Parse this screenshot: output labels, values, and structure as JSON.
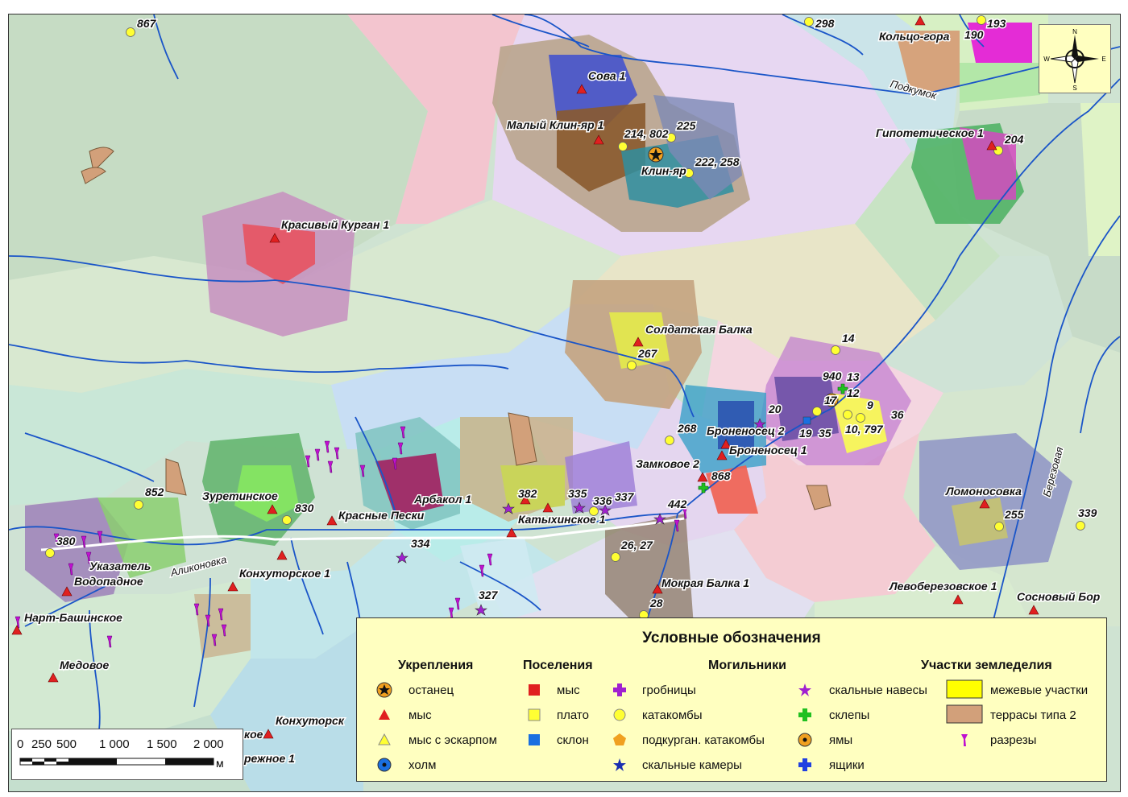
{
  "map": {
    "rivers": [
      "Подкумок",
      "Аликоновка",
      "Березовая"
    ],
    "sites": [
      {
        "label": "867",
        "kind": "catacomb"
      },
      {
        "label": "298",
        "kind": "catacomb"
      },
      {
        "label": "Кольцо-гора",
        "kind": "cape"
      },
      {
        "label": "193",
        "kind": "catacomb"
      },
      {
        "label": "190",
        "kind": "none"
      },
      {
        "label": "Сова 1",
        "kind": "cape"
      },
      {
        "label": "Малый Клин-яр 1",
        "kind": "cape"
      },
      {
        "label": "214, 802",
        "kind": "catacomb"
      },
      {
        "label": "225",
        "kind": "catacomb"
      },
      {
        "label": "Клин-яр",
        "kind": "remnant"
      },
      {
        "label": "222, 258",
        "kind": "catacomb"
      },
      {
        "label": "Гипотетическое 1",
        "kind": "cape"
      },
      {
        "label": "204",
        "kind": "catacomb"
      },
      {
        "label": "Красивый Курган 1",
        "kind": "cape"
      },
      {
        "label": "Солдатская Балка",
        "kind": "cape"
      },
      {
        "label": "267",
        "kind": "catacomb"
      },
      {
        "label": "14",
        "kind": "catacomb"
      },
      {
        "label": "940",
        "kind": "none"
      },
      {
        "label": "13",
        "kind": "none"
      },
      {
        "label": "17",
        "kind": "remnant"
      },
      {
        "label": "12",
        "kind": "crypt"
      },
      {
        "label": "9",
        "kind": "catacomb"
      },
      {
        "label": "20",
        "kind": "rockshelter"
      },
      {
        "label": "36",
        "kind": "none"
      },
      {
        "label": "19",
        "kind": "slope"
      },
      {
        "label": "35",
        "kind": "none"
      },
      {
        "label": "10, 797",
        "kind": "catacomb"
      },
      {
        "label": "268",
        "kind": "catacomb"
      },
      {
        "label": "Броненосец 2",
        "kind": "cape"
      },
      {
        "label": "Броненосец 1",
        "kind": "cape"
      },
      {
        "label": "Замковое 2",
        "kind": "cape"
      },
      {
        "label": "868",
        "kind": "crypt"
      },
      {
        "label": "852",
        "kind": "catacomb"
      },
      {
        "label": "Зуретинское",
        "kind": "cape"
      },
      {
        "label": "830",
        "kind": "catacomb"
      },
      {
        "label": "Красные Пески",
        "kind": "cape"
      },
      {
        "label": "Арбакол 1",
        "kind": "none"
      },
      {
        "label": "382",
        "kind": "cape"
      },
      {
        "label": "335",
        "kind": "rockshelter"
      },
      {
        "label": "336",
        "kind": "rockshelter"
      },
      {
        "label": "337",
        "kind": "rockshelter"
      },
      {
        "label": "Катыхинское 1",
        "kind": "cape"
      },
      {
        "label": "442",
        "kind": "rockshelter"
      },
      {
        "label": "Ломоносовка",
        "kind": "cape"
      },
      {
        "label": "255",
        "kind": "catacomb"
      },
      {
        "label": "339",
        "kind": "catacomb"
      },
      {
        "label": "380",
        "kind": "catacomb"
      },
      {
        "label": "Указатель",
        "kind": "none"
      },
      {
        "label": "Водопадное",
        "kind": "cape"
      },
      {
        "label": "334",
        "kind": "rockshelter"
      },
      {
        "label": "26, 27",
        "kind": "catacomb"
      },
      {
        "label": "Конхуторское 1",
        "kind": "cape"
      },
      {
        "label": "Мокрая Балка 1",
        "kind": "cape"
      },
      {
        "label": "28",
        "kind": "catacomb"
      },
      {
        "label": "Левоберезовское 1",
        "kind": "cape"
      },
      {
        "label": "Сосновый Бор",
        "kind": "cape"
      },
      {
        "label": "Нарт-Башинское",
        "kind": "cape"
      },
      {
        "label": "327",
        "kind": "rockshelter"
      },
      {
        "label": "Медовое",
        "kind": "cape"
      },
      {
        "label": "Конхуторск",
        "kind": "none"
      },
      {
        "label": "кое",
        "kind": "cape"
      },
      {
        "label": "режное 1",
        "kind": "none"
      }
    ]
  },
  "legend": {
    "title": "Условные обозначения",
    "columns": [
      {
        "heading": "Укрепления",
        "items": [
          "останец",
          "мыс",
          "мыс с эскарпом",
          "холм"
        ]
      },
      {
        "heading": "Поселения",
        "items": [
          "мыс",
          "плато",
          "склон"
        ]
      },
      {
        "heading": "Могильники",
        "items": [
          "гробницы",
          "катакомбы",
          "подкурган. катакомбы",
          "скальные камеры",
          "скальные навесы",
          "склепы",
          "ямы",
          "ящики"
        ]
      },
      {
        "heading": "Участки земледелия",
        "items": [
          "межевые участки",
          "террасы типа 2",
          "разрезы"
        ]
      }
    ],
    "colors": {
      "cape_red": "#e02020",
      "catacomb_yellow": "#ffff33",
      "slope_blue": "#1a6fe0",
      "tomb_purple": "#a020d0",
      "crypt_green": "#20c020",
      "pit_orange": "#f0a020",
      "box_blue": "#2040e0",
      "mezhevye": "#ffff00",
      "terraces": "#d2a07a",
      "cuts": "#c010d0"
    }
  },
  "compass": {
    "n": "N",
    "s": "S",
    "e": "E",
    "w": "W"
  },
  "scalebar": {
    "ticks": [
      "0",
      "250",
      "500",
      "1 000",
      "1 500",
      "2 000"
    ],
    "unit": "м"
  }
}
